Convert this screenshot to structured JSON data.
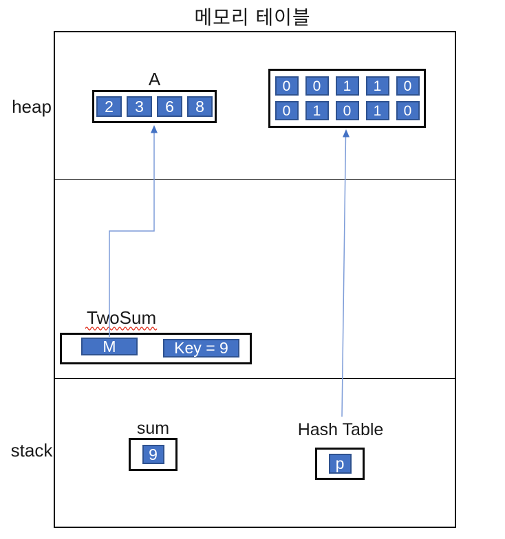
{
  "title": "메모리 테이블",
  "regions": {
    "heap": "heap",
    "stack": "stack"
  },
  "heap": {
    "array": {
      "name": "A",
      "cells": [
        "2",
        "3",
        "6",
        "8"
      ]
    },
    "hash_grid": {
      "rows": [
        [
          "0",
          "0",
          "1",
          "1",
          "0"
        ],
        [
          "0",
          "1",
          "0",
          "1",
          "0"
        ]
      ]
    }
  },
  "middle": {
    "function_label": "TwoSum",
    "map_var": "M",
    "key_var": "Key = 9"
  },
  "stack": {
    "sum_label": "sum",
    "sum_value": "9",
    "hash_table_label": "Hash Table",
    "pointer_value": "p"
  },
  "colors": {
    "cell_fill": "#4472C4",
    "cell_border": "#2F528F",
    "arrow_line": "#7D9CD8",
    "arrow_head": "#4472C4",
    "squiggle": "#E0301E",
    "frame": "#000000"
  }
}
